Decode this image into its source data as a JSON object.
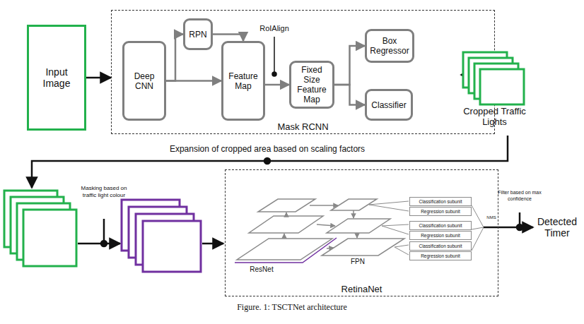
{
  "diagram": {
    "caption": "Figure. 1: TSCTNet architecture",
    "nodes": [
      {
        "text": [
          "Input Image"
        ]
      },
      {
        "text": [
          "Mask RCNN"
        ]
      },
      {
        "text": [
          "Deep CNN"
        ],
        "in": 1
      },
      {
        "text": [
          "RPN"
        ],
        "in": 1
      },
      {
        "text": [
          "Feature Map"
        ],
        "in": 1
      },
      {
        "text": [
          "Fixed Size Feature Map"
        ],
        "in": 1
      },
      {
        "text": [
          "Box Regressor"
        ],
        "in": 1
      },
      {
        "text": [
          "Classifier"
        ],
        "in": 1
      },
      {
        "text": [
          "Cropped Traffic Lights"
        ]
      },
      {
        "text": [
          "RetinaNet"
        ]
      },
      {
        "text": [
          "Classification subunit"
        ],
        "in": 9
      },
      {
        "text": [
          "Regression subunit"
        ],
        "in": 9
      },
      {
        "text": [
          "Classification subunit"
        ],
        "in": 9
      },
      {
        "text": [
          "Regression subunit"
        ],
        "in": 9
      },
      {
        "text": [
          "Classification subunit"
        ],
        "in": 9
      },
      {
        "text": [
          "Regression subunit"
        ],
        "in": 9
      }
    ],
    "edges": [
      {
        "from": 0,
        "to": 1,
        "arrow": "to"
      },
      {
        "from": 2,
        "to": 3,
        "arrow": "to"
      },
      {
        "from": 2,
        "to": 4,
        "arrow": "to"
      },
      {
        "from": 3,
        "to": 4,
        "arrow": "to"
      },
      {
        "from": 4,
        "to": 5,
        "arrow": "to"
      },
      {
        "from": 5,
        "to": 6,
        "arrow": "to"
      },
      {
        "from": 5,
        "to": 7,
        "arrow": "to"
      },
      {
        "from": 1,
        "to": 8,
        "arrow": "to"
      }
    ],
    "labels": [
      "RoIAlign",
      "Expansion of cropped area based on scaling factors",
      "Masking based on traffic light colour",
      "ResNet",
      "FPN",
      "NMS",
      "Filter based on max confidence",
      "Detected Timer"
    ]
  }
}
